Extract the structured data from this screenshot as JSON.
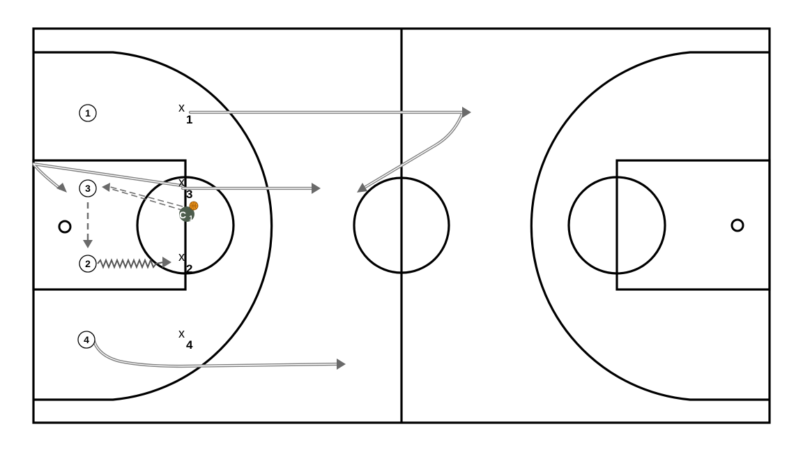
{
  "offense": [
    {
      "id": "o1",
      "label": "1"
    },
    {
      "id": "o2",
      "label": "2"
    },
    {
      "id": "o3",
      "label": "3"
    },
    {
      "id": "o4",
      "label": "4"
    }
  ],
  "defense": [
    {
      "id": "x1",
      "mark": "x",
      "sub": "1"
    },
    {
      "id": "x2",
      "mark": "x",
      "sub": "2"
    },
    {
      "id": "x3",
      "mark": "x",
      "sub": "3"
    },
    {
      "id": "x4",
      "mark": "x",
      "sub": "4"
    }
  ],
  "coach": {
    "label": "C",
    "sub": "1"
  },
  "colors": {
    "court_lines": "#000000",
    "movement": "#808080",
    "coach": "#4d5d4d",
    "ball": "#e8911a"
  },
  "icons": [
    "basketball-icon",
    "coach-icon"
  ]
}
